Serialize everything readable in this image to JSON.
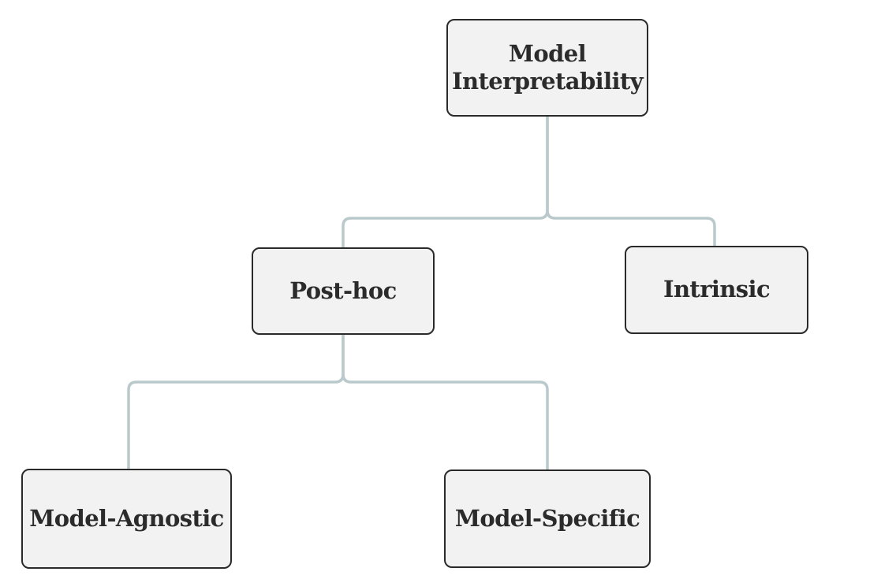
{
  "diagram": {
    "nodes": {
      "root": {
        "label": "Model\nInterpretability"
      },
      "post_hoc": {
        "label": "Post-hoc"
      },
      "intrinsic": {
        "label": "Intrinsic"
      },
      "model_agnostic": {
        "label": "Model-Agnostic"
      },
      "model_specific": {
        "label": "Model-Specific"
      }
    },
    "edges": [
      {
        "from": "root",
        "to": "post_hoc"
      },
      {
        "from": "root",
        "to": "intrinsic"
      },
      {
        "from": "post_hoc",
        "to": "model_agnostic"
      },
      {
        "from": "post_hoc",
        "to": "model_specific"
      }
    ],
    "colors": {
      "node_fill": "#f2f2f2",
      "node_border": "#2a2a2a",
      "text": "#2b2b2b",
      "connector": "#b9c9cc"
    }
  }
}
